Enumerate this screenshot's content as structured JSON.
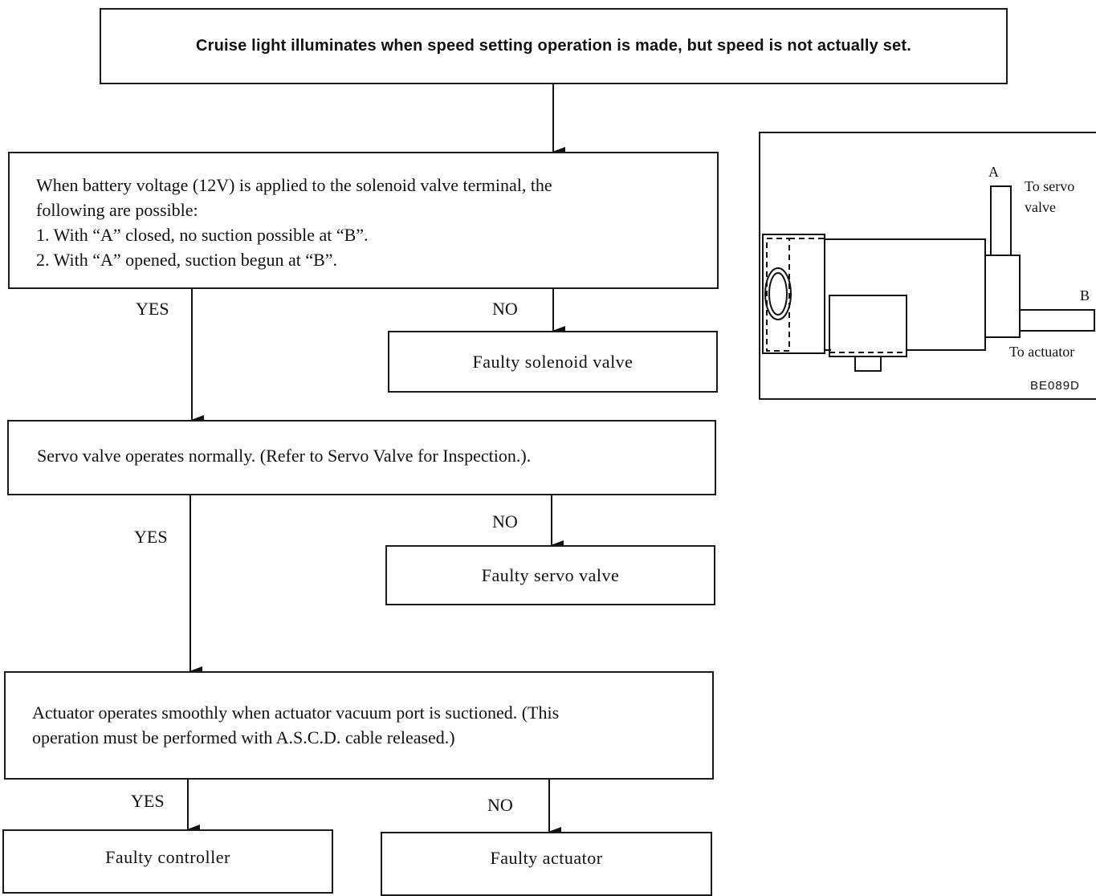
{
  "flowchart": {
    "top": "Cruise light illuminates when speed setting operation is made, but speed is not actually set.",
    "step1": {
      "lines": [
        "When battery voltage (12V) is applied to the solenoid valve terminal, the",
        "following are possible:",
        "1.  With “A” closed, no suction possible at “B”.",
        "2.  With “A” opened, suction begun at “B”."
      ],
      "yes": "YES",
      "no": "NO",
      "no_result": "Faulty solenoid valve"
    },
    "step2": {
      "text": "Servo valve operates normally.  (Refer to Servo Valve for Inspection.).",
      "yes": "YES",
      "no": "NO",
      "no_result": "Faulty servo valve"
    },
    "step3": {
      "lines": [
        "Actuator operates smoothly when actuator vacuum port is suctioned.  (This",
        "operation must be performed with A.S.C.D. cable released.)"
      ],
      "yes": "YES",
      "no": "NO",
      "yes_result": "Faulty controller",
      "no_result": "Faulty actuator"
    }
  },
  "figure": {
    "label_a": "A",
    "label_b": "B",
    "to_servo_line1": "To servo",
    "to_servo_line2": "valve",
    "to_actuator": "To actuator",
    "code": "BE089D"
  }
}
